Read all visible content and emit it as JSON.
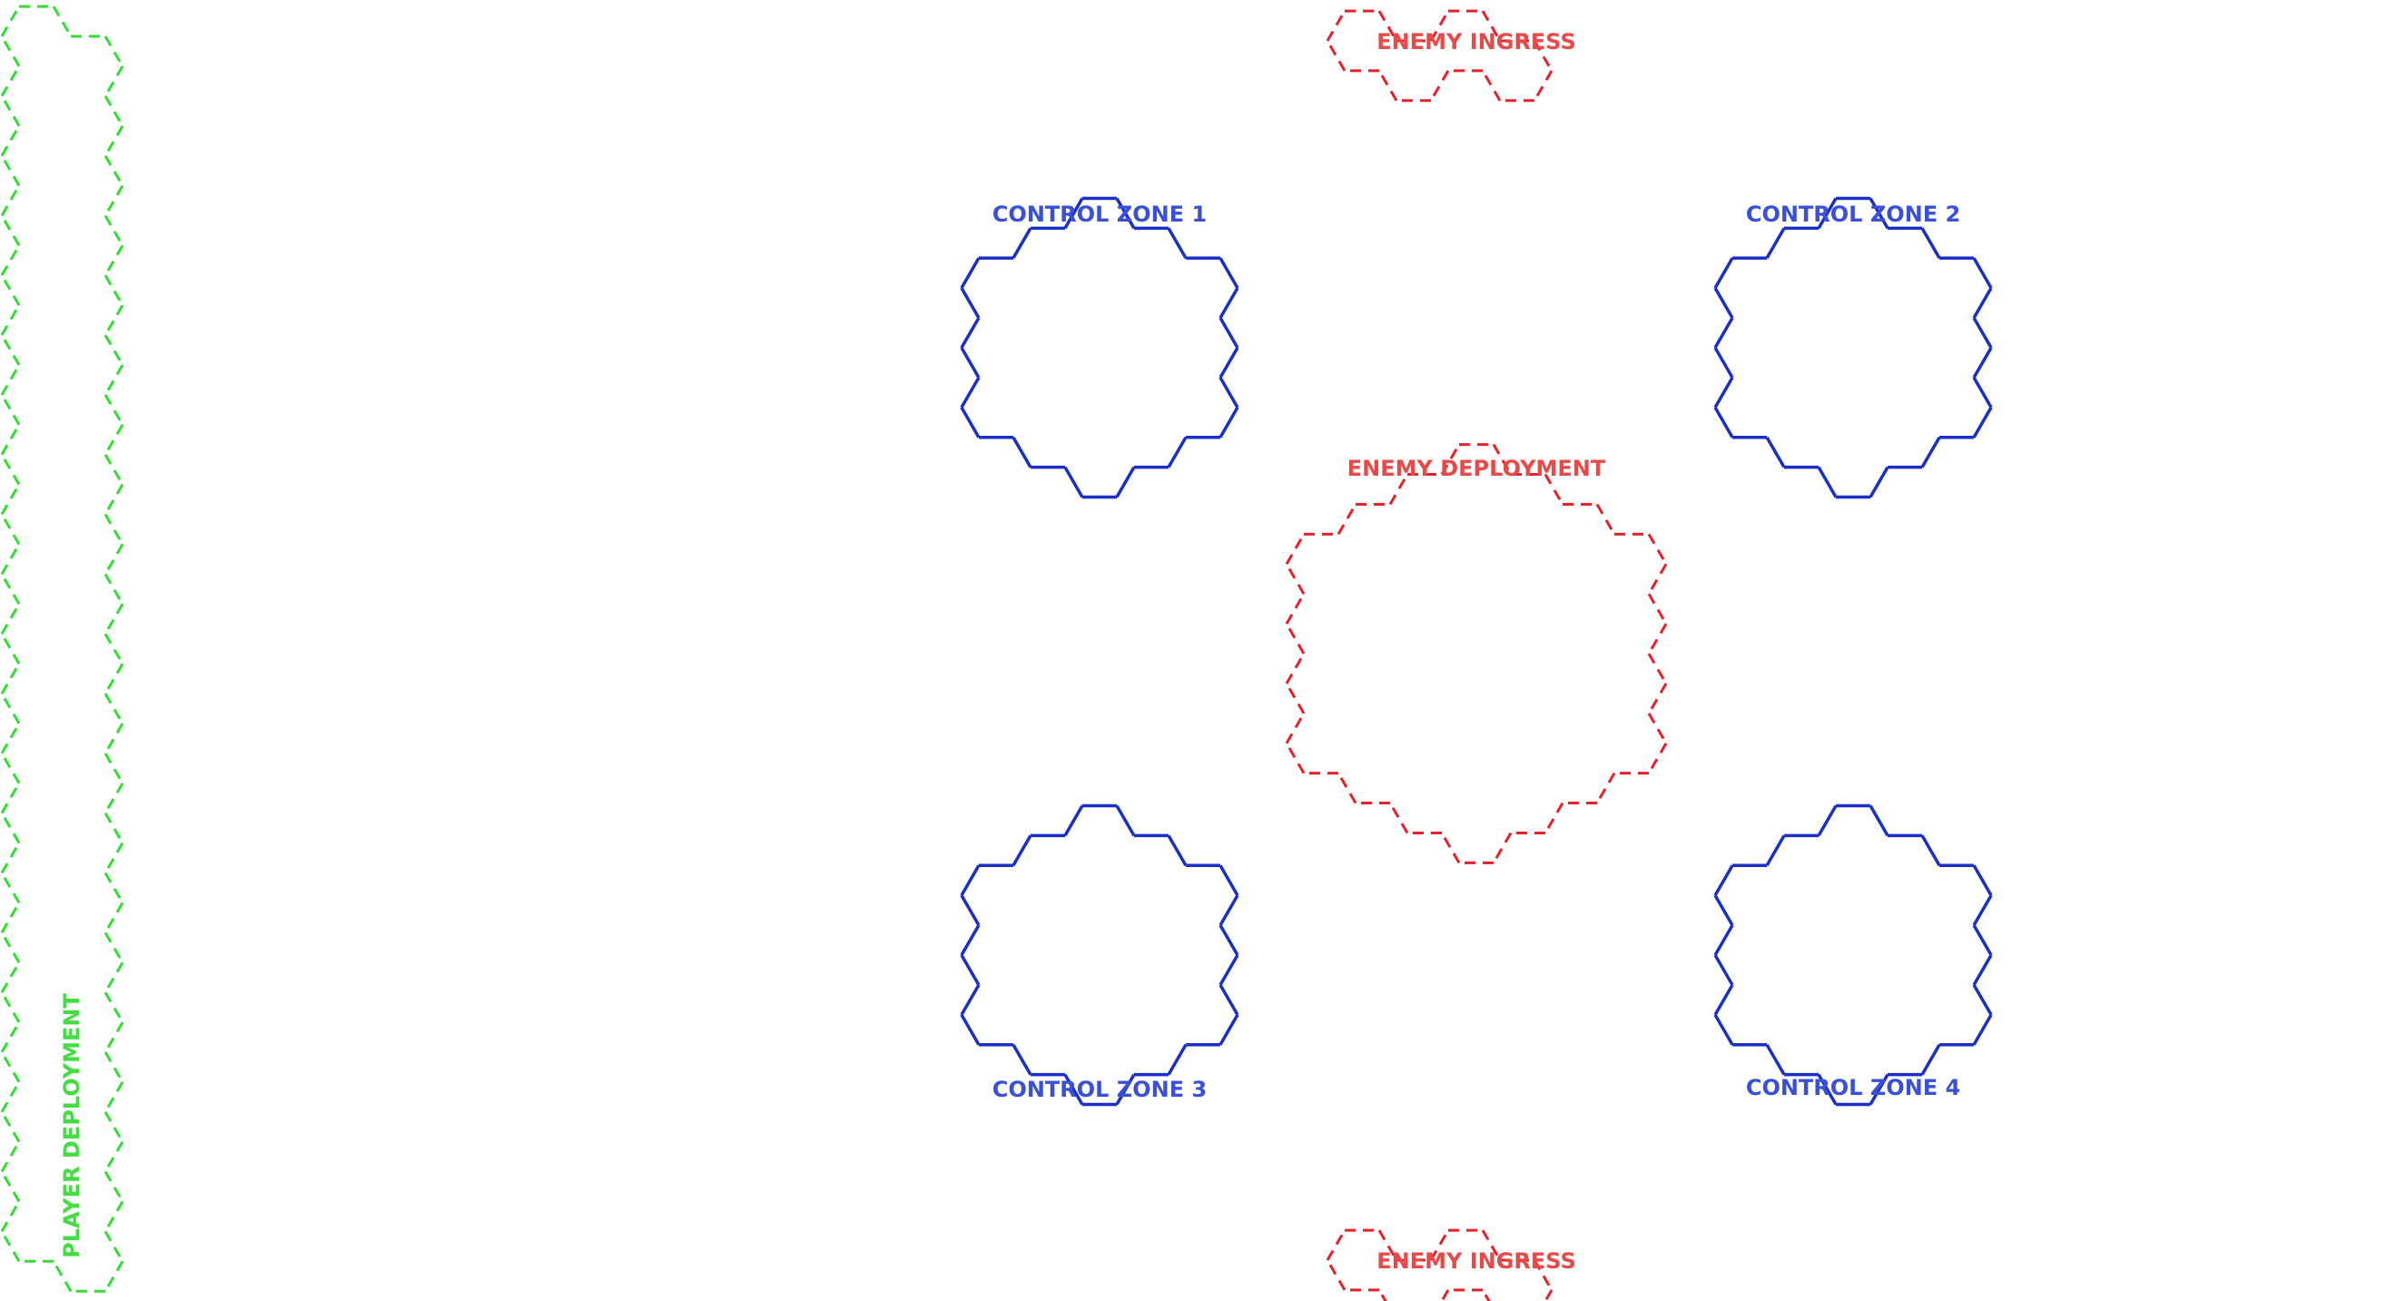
{
  "map": {
    "colors": {
      "control": "#1a2fc7",
      "control_label": "#3a50d8",
      "enemy": "#e8202a",
      "enemy_label": "#e84a4a",
      "player": "#33dd33",
      "player_label": "#44dd44"
    },
    "control_zones": [
      {
        "label": "CONTROL ZONE 1"
      },
      {
        "label": "CONTROL ZONE 2"
      },
      {
        "label": "CONTROL ZONE 3"
      },
      {
        "label": "CONTROL ZONE 4"
      }
    ],
    "enemy_deployment": {
      "label": "ENEMY DEPLOYMENT"
    },
    "enemy_ingress": [
      {
        "label": "ENEMY INGRESS"
      },
      {
        "label": "ENEMY INGRESS"
      }
    ],
    "player_deployment": {
      "label": "PLAYER DEPLOYMENT"
    }
  }
}
